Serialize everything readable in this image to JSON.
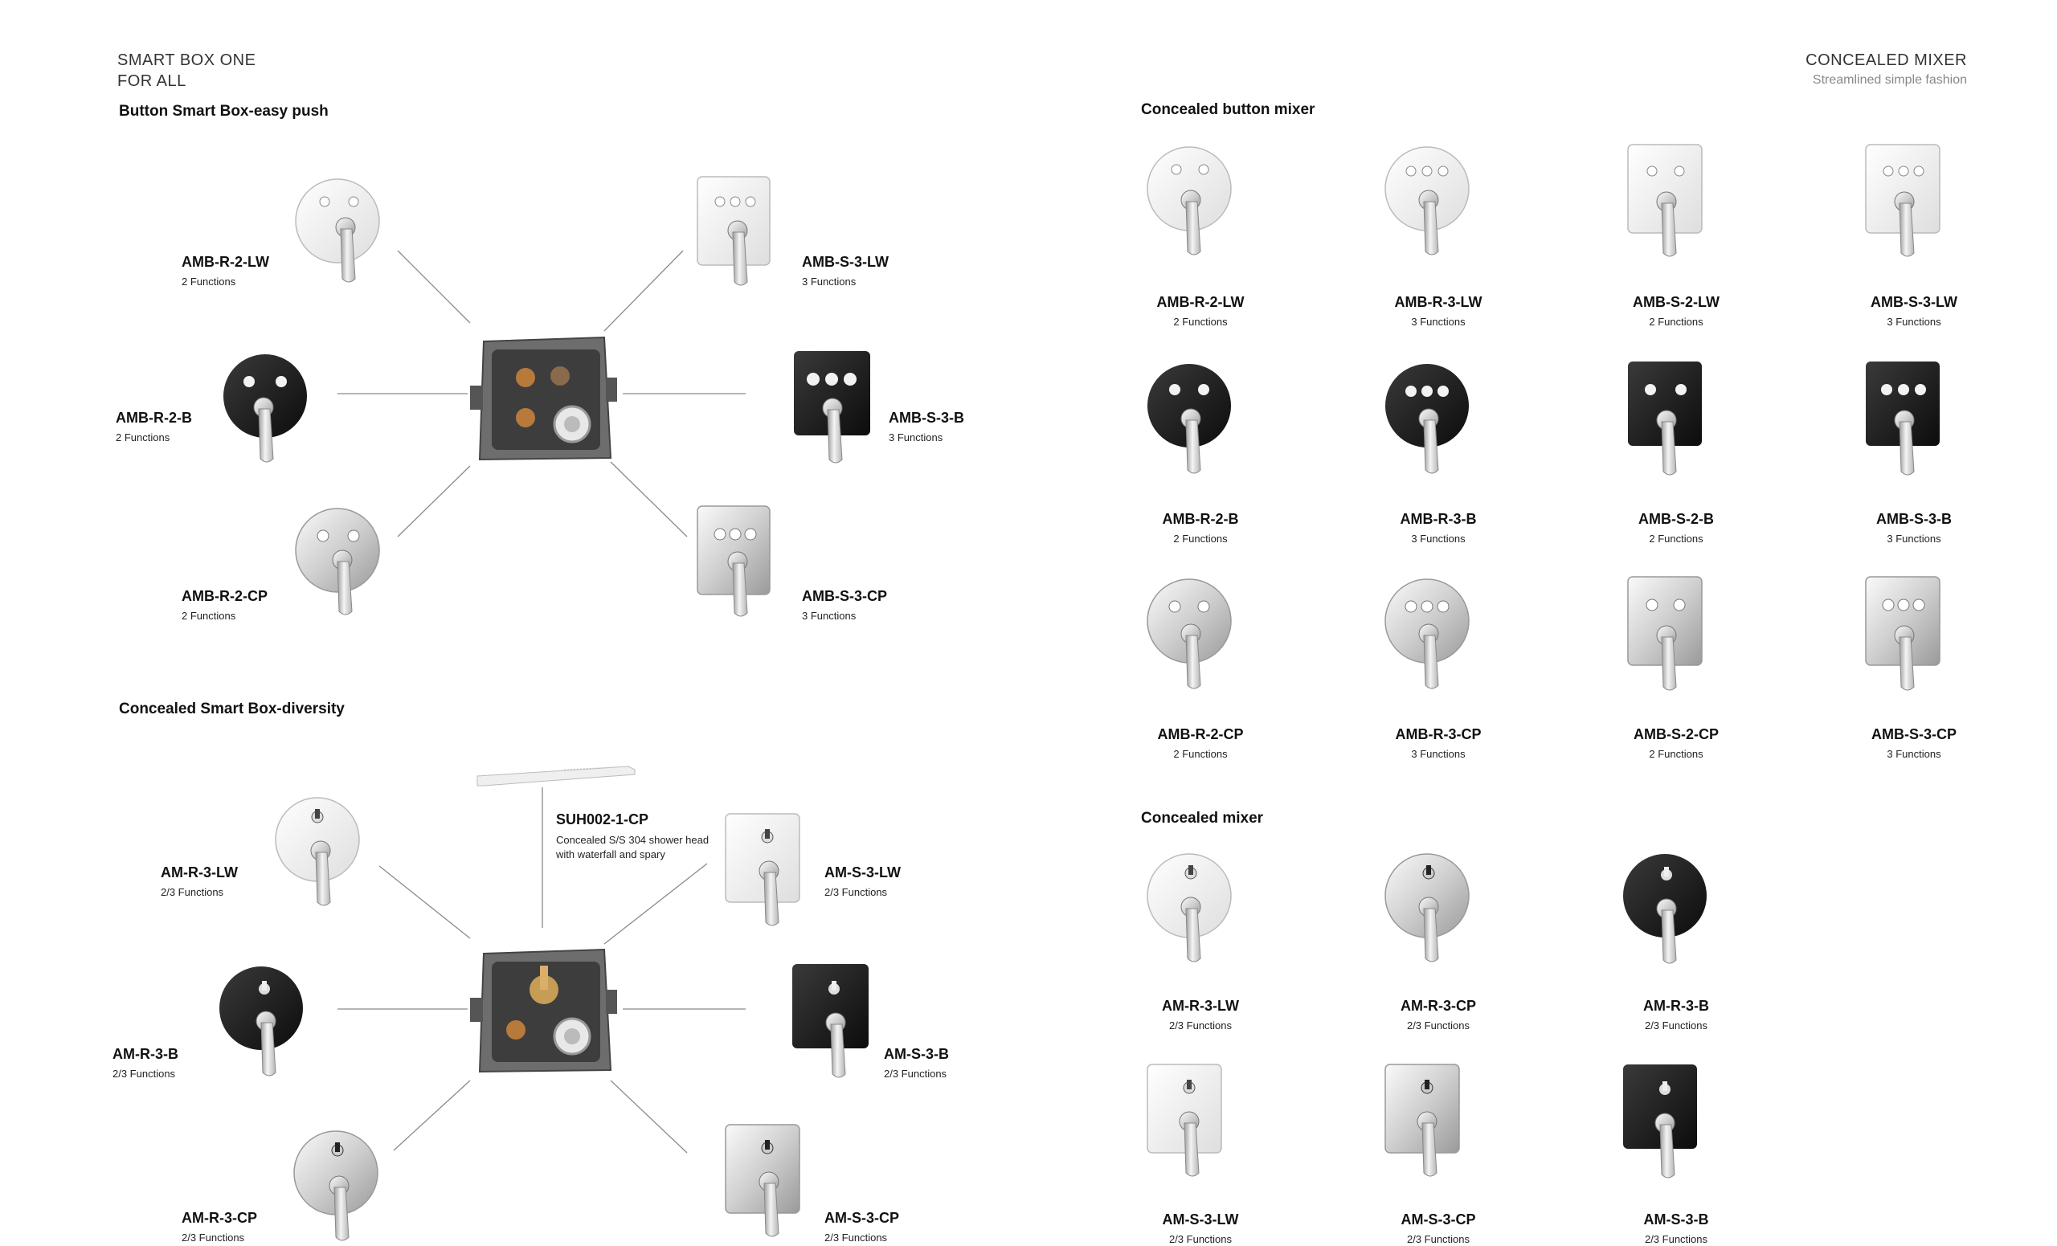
{
  "header": {
    "left_title_line1": "SMART BOX ONE",
    "left_title_line2": "FOR ALL",
    "right_title": "CONCEALED MIXER",
    "right_subtitle": "Streamlined simple fashion"
  },
  "sections": {
    "button_smart_box": "Button Smart Box-easy push",
    "concealed_smart_box": "Concealed Smart Box-diversity",
    "concealed_button_mixer": "Concealed button mixer",
    "concealed_mixer": "Concealed mixer"
  },
  "diagram1": [
    {
      "code": "AMB-R-2-LW",
      "fn": "2 Functions"
    },
    {
      "code": "AMB-R-2-B",
      "fn": "2 Functions"
    },
    {
      "code": "AMB-R-2-CP",
      "fn": "2 Functions"
    },
    {
      "code": "AMB-S-3-LW",
      "fn": "3 Functions"
    },
    {
      "code": "AMB-S-3-B",
      "fn": "3 Functions"
    },
    {
      "code": "AMB-S-3-CP",
      "fn": "3 Functions"
    }
  ],
  "diagram2": [
    {
      "code": "AM-R-3-LW",
      "fn": "2/3 Functions"
    },
    {
      "code": "AM-R-3-B",
      "fn": "2/3 Functions"
    },
    {
      "code": "AM-R-3-CP",
      "fn": "2/3 Functions"
    },
    {
      "code": "AM-S-3-LW",
      "fn": "2/3 Functions"
    },
    {
      "code": "AM-S-3-B",
      "fn": "2/3 Functions"
    },
    {
      "code": "AM-S-3-CP",
      "fn": "2/3 Functions"
    }
  ],
  "shower_head": {
    "code": "SUH002-1-CP",
    "desc_line1": "Concealed S/S 304 shower head",
    "desc_line2": "with waterfall and spary"
  },
  "button_grid": [
    {
      "code": "AMB-R-2-LW",
      "fn": "2 Functions"
    },
    {
      "code": "AMB-R-3-LW",
      "fn": "3 Functions"
    },
    {
      "code": "AMB-S-2-LW",
      "fn": "2 Functions"
    },
    {
      "code": "AMB-S-3-LW",
      "fn": "3 Functions"
    },
    {
      "code": "AMB-R-2-B",
      "fn": "2 Functions"
    },
    {
      "code": "AMB-R-3-B",
      "fn": "3 Functions"
    },
    {
      "code": "AMB-S-2-B",
      "fn": "2 Functions"
    },
    {
      "code": "AMB-S-3-B",
      "fn": "3 Functions"
    },
    {
      "code": "AMB-R-2-CP",
      "fn": "2 Functions"
    },
    {
      "code": "AMB-R-3-CP",
      "fn": "3 Functions"
    },
    {
      "code": "AMB-S-2-CP",
      "fn": "2 Functions"
    },
    {
      "code": "AMB-S-3-CP",
      "fn": "3 Functions"
    }
  ],
  "mixer_grid": [
    {
      "code": "AM-R-3-LW",
      "fn": "2/3 Functions"
    },
    {
      "code": "AM-R-3-CP",
      "fn": "2/3 Functions"
    },
    {
      "code": "AM-R-3-B",
      "fn": "2/3 Functions"
    },
    {
      "code": "AM-S-3-LW",
      "fn": "2/3 Functions"
    },
    {
      "code": "AM-S-3-CP",
      "fn": "2/3 Functions"
    },
    {
      "code": "AM-S-3-B",
      "fn": "2/3 Functions"
    }
  ]
}
